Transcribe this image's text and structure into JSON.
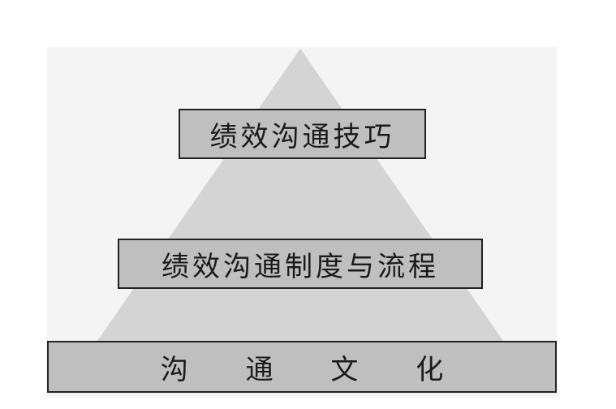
{
  "diagram": {
    "levels": [
      {
        "label": "绩效沟通技巧"
      },
      {
        "label": "绩效沟通制度与流程"
      },
      {
        "label": "沟 通 文 化"
      }
    ],
    "colors": {
      "pyramid_fill": "#d4d4d4",
      "box_fill": "#bfbfbf",
      "box_border": "#222222",
      "text": "#1a1a1a"
    }
  }
}
